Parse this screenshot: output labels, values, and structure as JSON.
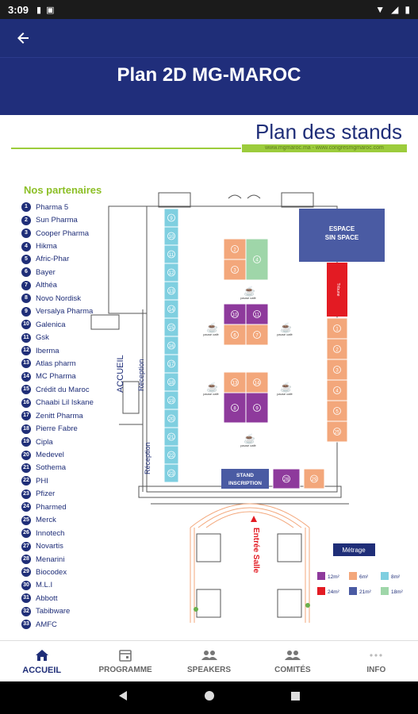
{
  "status": {
    "time": "3:09",
    "icons": [
      "notification-icon",
      "sim-icon"
    ],
    "right_icons": [
      "wifi-icon",
      "signal-icon",
      "battery-icon"
    ]
  },
  "appbar": {
    "back": "back-arrow-icon"
  },
  "page": {
    "title": "Plan 2D MG-MAROC"
  },
  "plan": {
    "heading": "Plan des stands",
    "website": "www.mgmaroc.ma - www.congresmgmaroc.com",
    "partners_title": "Nos partenaires",
    "partners": [
      {
        "n": "1",
        "name": "Pharma 5"
      },
      {
        "n": "2",
        "name": "Sun Pharma"
      },
      {
        "n": "3",
        "name": "Cooper Pharma"
      },
      {
        "n": "4",
        "name": "Hikma"
      },
      {
        "n": "5",
        "name": "Afric-Phar"
      },
      {
        "n": "6",
        "name": "Bayer"
      },
      {
        "n": "7",
        "name": "Althéa"
      },
      {
        "n": "8",
        "name": "Novo Nordisk"
      },
      {
        "n": "9",
        "name": "Versalya Pharma"
      },
      {
        "n": "10",
        "name": "Galenica"
      },
      {
        "n": "11",
        "name": "Gsk"
      },
      {
        "n": "12",
        "name": "Iberma"
      },
      {
        "n": "13",
        "name": "Atlas pharm"
      },
      {
        "n": "14",
        "name": "MC Pharma"
      },
      {
        "n": "15",
        "name": "Crédit du Maroc"
      },
      {
        "n": "16",
        "name": "Chaabi Lil Iskane"
      },
      {
        "n": "17",
        "name": "Zenitt Pharma"
      },
      {
        "n": "18",
        "name": "Pierre Fabre"
      },
      {
        "n": "19",
        "name": "Cipla"
      },
      {
        "n": "20",
        "name": "Medevel"
      },
      {
        "n": "21",
        "name": "Sothema"
      },
      {
        "n": "22",
        "name": "PHI"
      },
      {
        "n": "23",
        "name": "Pfizer"
      },
      {
        "n": "24",
        "name": "Pharmed"
      },
      {
        "n": "25",
        "name": "Merck"
      },
      {
        "n": "26",
        "name": "Innotech"
      },
      {
        "n": "27",
        "name": "Novartis"
      },
      {
        "n": "28",
        "name": "Menarini"
      },
      {
        "n": "29",
        "name": "Biocodex"
      },
      {
        "n": "30",
        "name": "M.L.I"
      },
      {
        "n": "31",
        "name": "Abbott"
      },
      {
        "n": "32",
        "name": "Tabibware"
      },
      {
        "n": "33",
        "name": "AMFC"
      }
    ],
    "labels": {
      "espace": "ESPACE",
      "sin_space": "SIN SPACE",
      "stand": "STAND",
      "inscription": "INSCRIPTION",
      "accueil": "ACCUEIL",
      "reception1": "Réception",
      "reception2": "Réception",
      "entree": "Entrée Salle",
      "metrage": "Métrage",
      "coffee": "pause café",
      "tribune": "Tribune"
    },
    "legend": [
      {
        "label": "12m²",
        "color": "#8e3a9c"
      },
      {
        "label": "6m²",
        "color": "#f3a77b"
      },
      {
        "label": "8m²",
        "color": "#7fcfe0"
      },
      {
        "label": "24m²",
        "color": "#e31b23"
      },
      {
        "label": "21m²",
        "color": "#4a5ba3"
      },
      {
        "label": "18m²",
        "color": "#9fd6a9"
      }
    ],
    "left_column_stands": [
      "9",
      "10",
      "11",
      "12",
      "13",
      "14",
      "15",
      "16",
      "17",
      "18",
      "19",
      "20",
      "21",
      "22",
      "23"
    ],
    "right_column_stands": [
      "1",
      "2",
      "3",
      "4",
      "5",
      "25"
    ],
    "center_stands": {
      "top": [
        "2",
        "3",
        "4",
        "5"
      ],
      "mid": [
        "10",
        "11",
        "6",
        "7"
      ],
      "low": [
        "13",
        "14",
        "8",
        "9"
      ],
      "bottom": [
        "28",
        "29"
      ]
    }
  },
  "bottom_nav": [
    {
      "label": "ACCUEIL",
      "icon": "home-icon",
      "active": true
    },
    {
      "label": "PROGRAMME",
      "icon": "calendar-icon",
      "active": false
    },
    {
      "label": "SPEAKERS",
      "icon": "people-icon",
      "active": false
    },
    {
      "label": "COMITÉS",
      "icon": "group-icon",
      "active": false
    },
    {
      "label": "INFO",
      "icon": "more-icon",
      "active": false
    }
  ],
  "system_nav": [
    "back-triangle-icon",
    "home-circle-icon",
    "recents-square-icon"
  ]
}
